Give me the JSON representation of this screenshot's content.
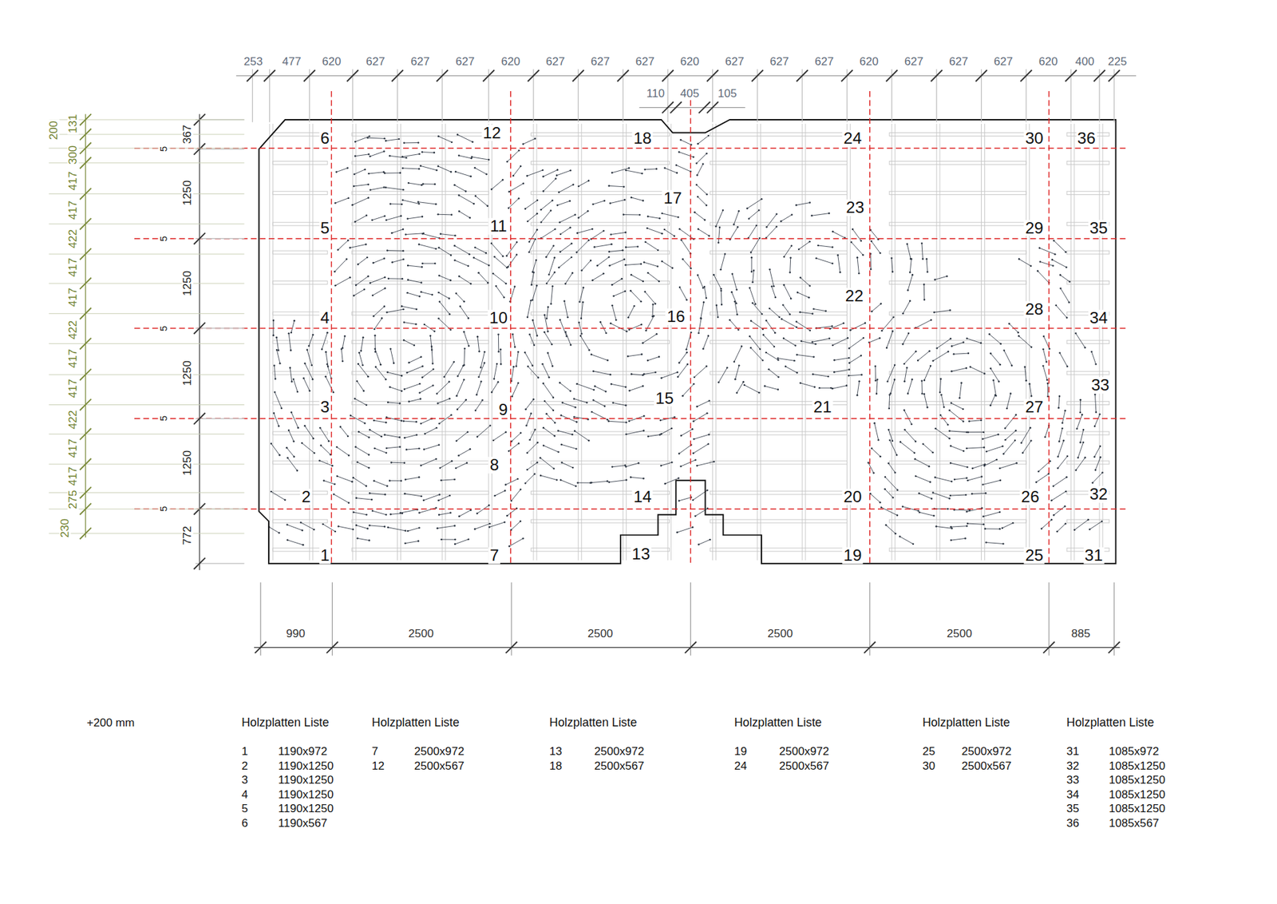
{
  "diagram": {
    "labels": [
      "253",
      "477",
      "620",
      "627",
      "627",
      "627",
      "620",
      "627",
      "627",
      "627",
      "620",
      "627",
      "627",
      "627",
      "620",
      "627",
      "627",
      "627",
      "620",
      "400",
      "225",
      "110",
      "405",
      "105",
      "200",
      "131",
      "300",
      "417",
      "417",
      "422",
      "417",
      "417",
      "422",
      "417",
      "417",
      "422",
      "417",
      "417",
      "275",
      "230",
      "367",
      "1250",
      "1250",
      "1250",
      "1250",
      "772",
      "5",
      "5",
      "5",
      "5",
      "5",
      "1",
      "2",
      "3",
      "4",
      "5",
      "6",
      "7",
      "8",
      "9",
      "10",
      "11",
      "12",
      "13",
      "14",
      "15",
      "16",
      "17",
      "18",
      "19",
      "20",
      "21",
      "22",
      "23",
      "24",
      "25",
      "26",
      "27",
      "28",
      "29",
      "30",
      "31",
      "32",
      "33",
      "34",
      "35",
      "36",
      "990",
      "2500",
      "2500",
      "2500",
      "2500",
      "885",
      "+200 mm",
      "Holzplatten Liste",
      "1",
      "1190x972",
      "2",
      "1190x1250",
      "3",
      "1190x1250",
      "4",
      "1190x1250",
      "5",
      "1190x1250",
      "6",
      "1190x567",
      "Holzplatten Liste",
      "7",
      "2500x972",
      "12",
      "2500x567",
      "Holzplatten Liste",
      "13",
      "2500x972",
      "18",
      "2500x567",
      "Holzplatten Liste",
      "19",
      "2500x972",
      "24",
      "2500x567",
      "Holzplatten Liste",
      "25",
      "2500x972",
      "30",
      "2500x567",
      "Holzplatten Liste",
      "31",
      "1085x972",
      "32",
      "1085x1250",
      "33",
      "1085x1250",
      "34",
      "1085x1250",
      "35",
      "1085x1250",
      "36",
      "1085x567"
    ]
  }
}
